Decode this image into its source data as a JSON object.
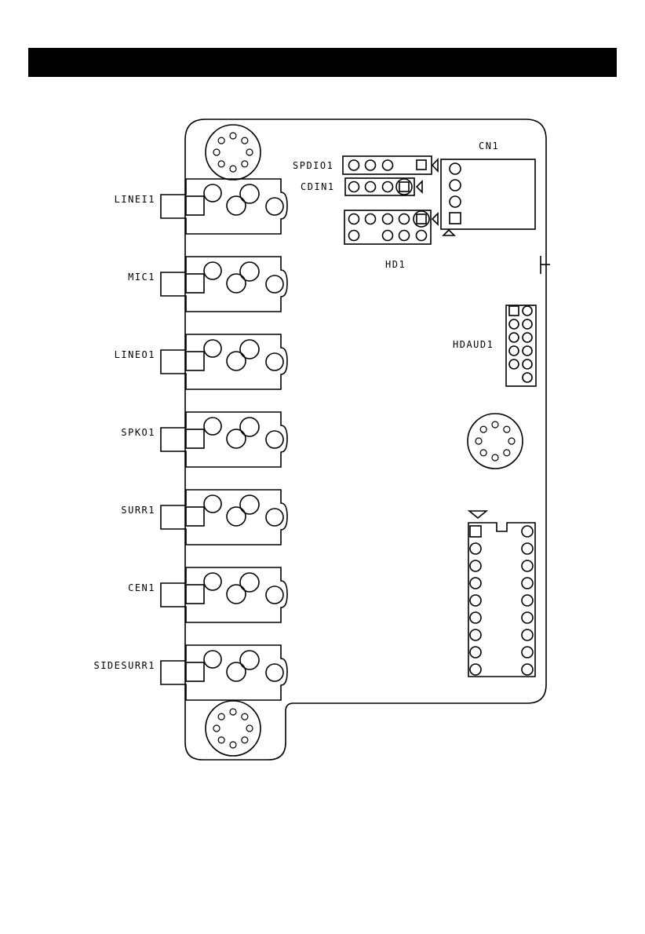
{
  "header": {
    "title": ""
  },
  "board": {
    "jacks": [
      "LINEI1",
      "MIC1",
      "LINEO1",
      "SPKO1",
      "SURR1",
      "CEN1",
      "SIDESURR1"
    ],
    "connectors": {
      "spdio": "SPDIO1",
      "cdin": "CDIN1",
      "cn": "CN1",
      "hd": "HD1",
      "hdaud": "HDAUD1"
    }
  }
}
